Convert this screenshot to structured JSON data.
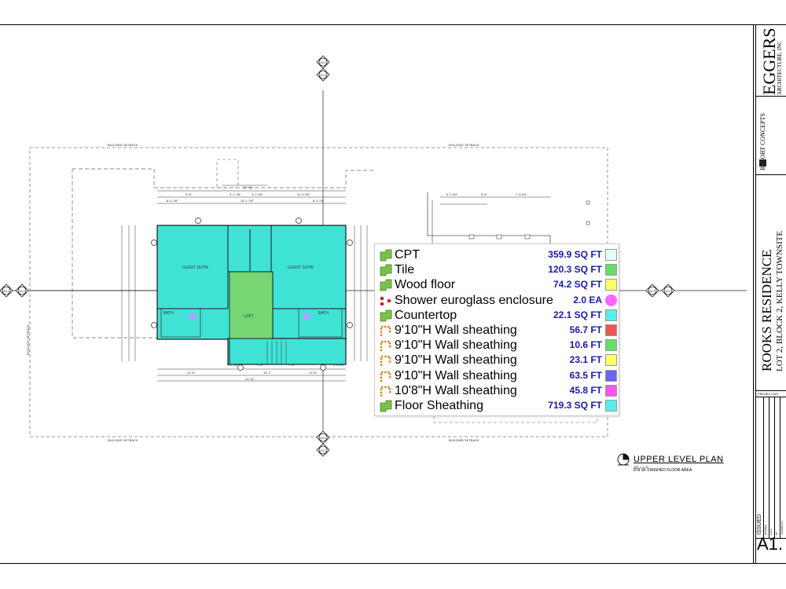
{
  "legend": {
    "items": [
      {
        "label": "CPT",
        "value": "359.9 SQ FT",
        "icon": "area-icon",
        "swatch": "#e0ffff",
        "shape": "square"
      },
      {
        "label": "Tile",
        "value": "120.3 SQ FT",
        "icon": "area-icon",
        "swatch": "#66dd66",
        "shape": "square"
      },
      {
        "label": "Wood floor",
        "value": "74.2 SQ FT",
        "icon": "area-icon",
        "swatch": "#ffff66",
        "shape": "square"
      },
      {
        "label": "Shower euroglass enclosure",
        "value": "2.0 EA",
        "icon": "count-icon",
        "swatch": "#ff66ff",
        "shape": "circle"
      },
      {
        "label": "Countertop",
        "value": "22.1 SQ FT",
        "icon": "area-icon",
        "swatch": "#55eeee",
        "shape": "square"
      },
      {
        "label": "9'10\"H Wall sheathing",
        "value": "56.7 FT",
        "icon": "linear-icon",
        "swatch": "#ee5555",
        "shape": "square"
      },
      {
        "label": "9'10\"H Wall sheathing",
        "value": "10.6 FT",
        "icon": "linear-icon",
        "swatch": "#66dd66",
        "shape": "square"
      },
      {
        "label": "9'10\"H Wall sheathing",
        "value": "23.1 FT",
        "icon": "linear-icon",
        "swatch": "#ffff66",
        "shape": "square"
      },
      {
        "label": "9'10\"H Wall sheathing",
        "value": "63.5 FT",
        "icon": "linear-icon",
        "swatch": "#6666ee",
        "shape": "square"
      },
      {
        "label": "10'8\"H Wall sheathing",
        "value": "45.8 FT",
        "icon": "linear-icon",
        "swatch": "#ff55ee",
        "shape": "square"
      },
      {
        "label": "Floor Sheathing",
        "value": "719.3 SQ FT",
        "icon": "area-icon",
        "swatch": "#55eeee",
        "shape": "square"
      }
    ]
  },
  "plan": {
    "title": "UPPER LEVEL PLAN",
    "scale": "1/4\" = 1'-0\"",
    "note": "878 SF FINISHED FLOOR AREA",
    "setback_label": "BUILDING SETBACK",
    "room_guest_suite": "GUEST SUITE",
    "room_bath": "BATH",
    "room_loft": "LOFT",
    "section_mark_a": "A",
    "section_ref": "A3.1"
  },
  "title_block": {
    "firm": "EGGERS",
    "firm_sub": "ARCHITECTURE, INC",
    "consultant": "RESORT CONCEPTS",
    "project": "ROOKS RESIDENCE",
    "project_sub": "LOT 2, BLOCK 2, KELLY TOWNSITE",
    "project_no_label": "PROJECT NO:",
    "issued_label": "ISSUED",
    "number_label": "NUMBER",
    "date_label": "DATE",
    "by_label": "BY",
    "comments_label": "COMMENTS",
    "sheet": "A1."
  },
  "colors": {
    "cyan_fill": "#3fe3d6",
    "green_fill": "#74d774",
    "area_icon": "#79c24a",
    "linear_icon": "#d08a2a",
    "count_icon": "#cc2222"
  }
}
